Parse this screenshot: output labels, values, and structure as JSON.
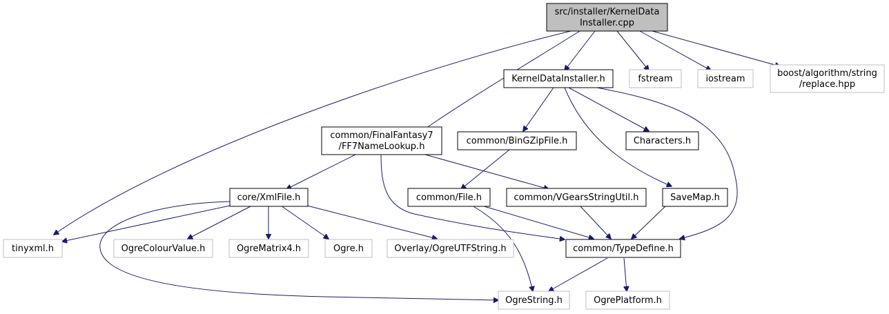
{
  "colors": {
    "root_fill": "#bfbfbf",
    "node_border": "#000000",
    "external_border": "#bfbfbf",
    "edge": "#191970"
  },
  "nodes": {
    "root": {
      "lines": [
        "src/installer/KernelData",
        "Installer.cpp"
      ]
    },
    "kernel_h": {
      "lines": [
        "KernelDataInstaller.h"
      ]
    },
    "fstream": {
      "lines": [
        "fstream"
      ]
    },
    "iostream": {
      "lines": [
        "iostream"
      ]
    },
    "boost_replace": {
      "lines": [
        "boost/algorithm/string",
        "/replace.hpp"
      ]
    },
    "ff7": {
      "lines": [
        "common/FinalFantasy7",
        "/FF7NameLookup.h"
      ]
    },
    "bingzip": {
      "lines": [
        "common/BinGZipFile.h"
      ]
    },
    "characters": {
      "lines": [
        "Characters.h"
      ]
    },
    "xmlfile": {
      "lines": [
        "core/XmlFile.h"
      ]
    },
    "file_h": {
      "lines": [
        "common/File.h"
      ]
    },
    "vgears": {
      "lines": [
        "common/VGearsStringUtil.h"
      ]
    },
    "savemap": {
      "lines": [
        "SaveMap.h"
      ]
    },
    "tinyxml": {
      "lines": [
        "tinyxml.h"
      ]
    },
    "colourvalue": {
      "lines": [
        "OgreColourValue.h"
      ]
    },
    "matrix4": {
      "lines": [
        "OgreMatrix4.h"
      ]
    },
    "ogre": {
      "lines": [
        "Ogre.h"
      ]
    },
    "utfstring": {
      "lines": [
        "Overlay/OgreUTFString.h"
      ]
    },
    "typedefine": {
      "lines": [
        "common/TypeDefine.h"
      ]
    },
    "ogrestring": {
      "lines": [
        "OgreString.h"
      ]
    },
    "ogreplatform": {
      "lines": [
        "OgrePlatform.h"
      ]
    }
  }
}
